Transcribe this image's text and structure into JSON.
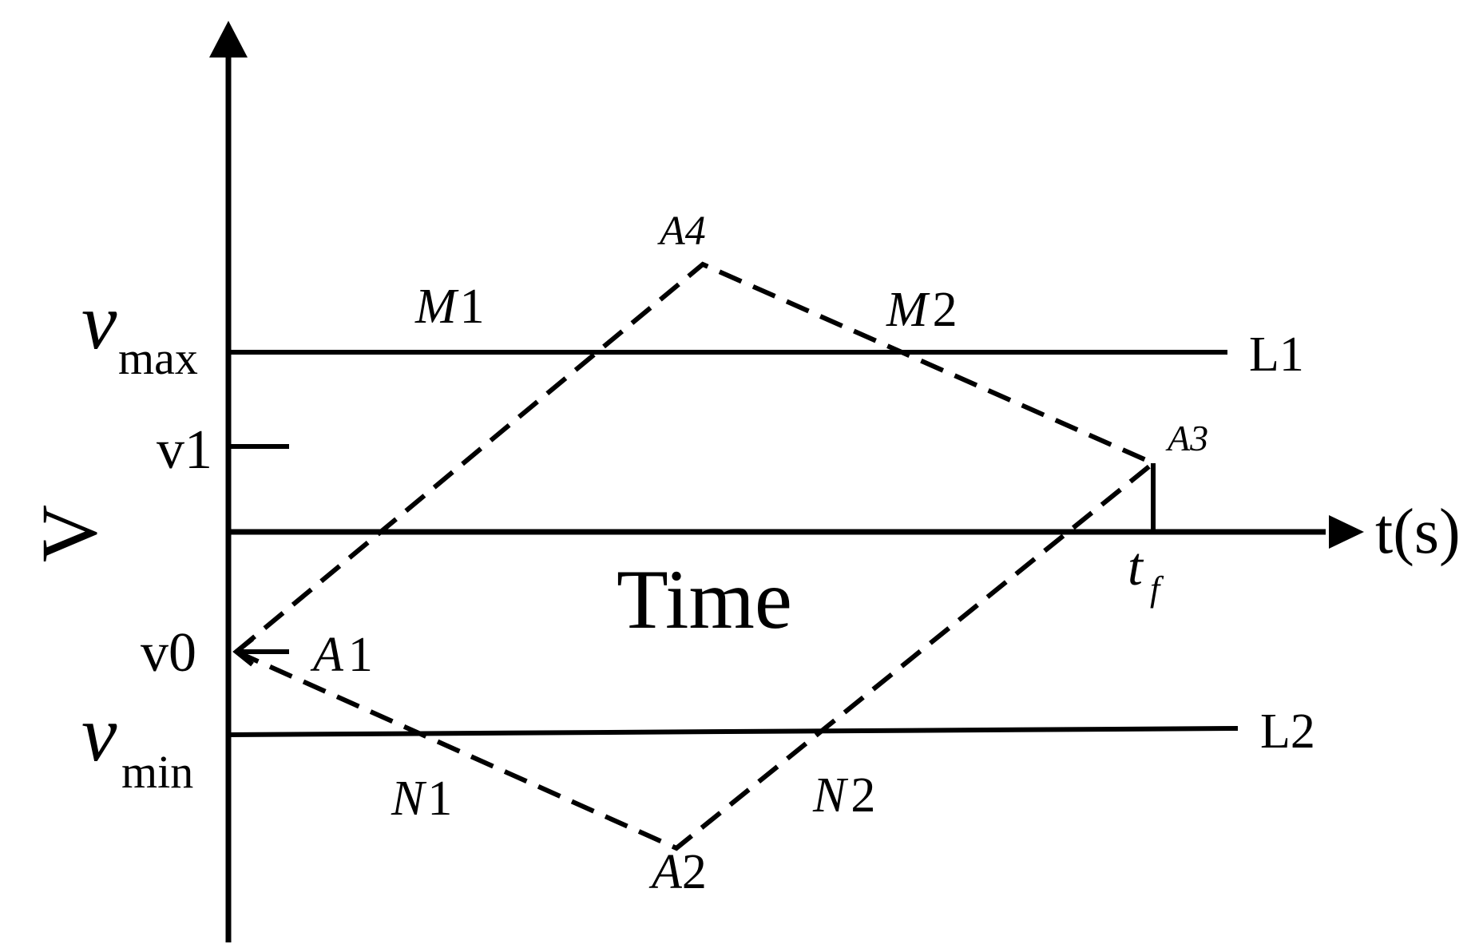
{
  "colors": {
    "ink": "#000000",
    "background": "#ffffff"
  },
  "labels": {
    "y_axis": "V",
    "x_axis": "t(s)",
    "time": "Time",
    "vmax_main": "v",
    "vmax_sub": "max",
    "vmin_main": "v",
    "vmin_sub": "min",
    "v1": "v1",
    "v0": "v0",
    "tf_main": "t",
    "tf_sub": "f",
    "line1": "L1",
    "line2": "L2",
    "points": {
      "A1": {
        "letter": "A",
        "index": "1"
      },
      "A2": {
        "letter": "A",
        "index": "2"
      },
      "A3": {
        "letter": "A",
        "index": "3"
      },
      "A4": {
        "letter": "A",
        "index": "4"
      },
      "M1": {
        "letter": "M",
        "index": "1"
      },
      "M2": {
        "letter": "M",
        "index": "2"
      },
      "N1": {
        "letter": "N",
        "index": "1"
      },
      "N2": {
        "letter": "N",
        "index": "2"
      }
    }
  }
}
